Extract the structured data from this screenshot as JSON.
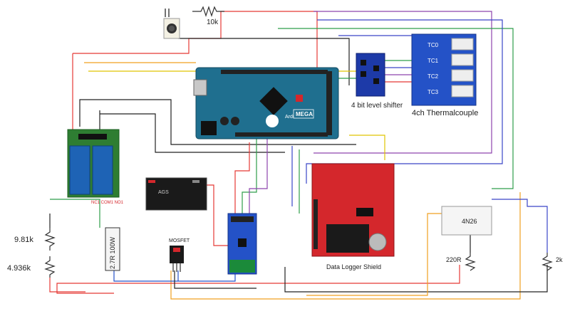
{
  "labels": {
    "resistor_top": "10k",
    "level_shifter": "4 bit level shifter",
    "thermocouple": "4ch Thermalcouple",
    "relay_pins": "NC1 COM1 NO1",
    "r1": "9.81k",
    "r2": "4.936k",
    "load_resistor": "2.7R 100W",
    "mosfet": "MOSFET",
    "logger": "Data Logger Shield",
    "optocoupler": "4N26",
    "r_opto": "220R",
    "r_pullup": "2k",
    "arduino_brand": "Arduino",
    "arduino_model": "MEGA",
    "tc_channels": [
      "TC0",
      "TC1",
      "TC2",
      "TC3"
    ]
  },
  "colors": {
    "arduino_blue": "#1f6f8f",
    "relay_blue": "#1e63b5",
    "relay_green": "#2e7d32",
    "shield_red": "#d4272c",
    "sensor_blue": "#2452c7",
    "wire_red": "#e53935",
    "wire_black": "#222222",
    "wire_blue": "#3a45c8",
    "wire_green": "#2e9e4a",
    "wire_orange": "#f0a020",
    "wire_yellow": "#e0c400",
    "wire_purple": "#8e44ad"
  }
}
